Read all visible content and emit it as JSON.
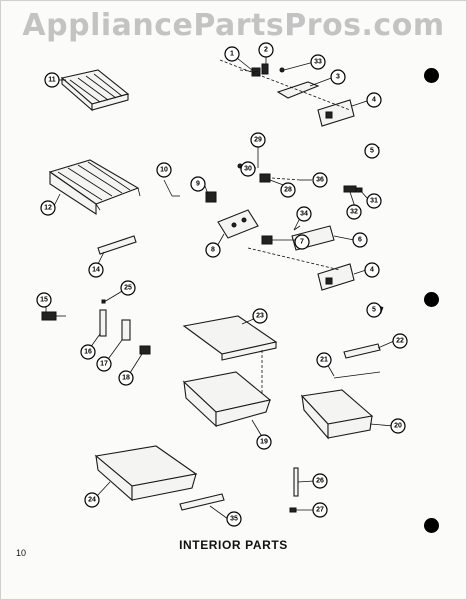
{
  "watermark": "AppliancePartsPros.com",
  "caption": "INTERIOR PARTS",
  "page_number": "10",
  "callouts": [
    {
      "id": "c1",
      "label": "1"
    },
    {
      "id": "c2",
      "label": "2"
    },
    {
      "id": "c33",
      "label": "33"
    },
    {
      "id": "c3",
      "label": "3"
    },
    {
      "id": "c4a",
      "label": "4"
    },
    {
      "id": "c5a",
      "label": "5"
    },
    {
      "id": "c11",
      "label": "11"
    },
    {
      "id": "c29",
      "label": "29"
    },
    {
      "id": "c30",
      "label": "30"
    },
    {
      "id": "c28",
      "label": "28"
    },
    {
      "id": "c36",
      "label": "36"
    },
    {
      "id": "c10",
      "label": "10"
    },
    {
      "id": "c9",
      "label": "9"
    },
    {
      "id": "c12",
      "label": "12"
    },
    {
      "id": "c32",
      "label": "32"
    },
    {
      "id": "c31",
      "label": "31"
    },
    {
      "id": "c34",
      "label": "34"
    },
    {
      "id": "c7",
      "label": "7"
    },
    {
      "id": "c6",
      "label": "6"
    },
    {
      "id": "c8",
      "label": "8"
    },
    {
      "id": "c14",
      "label": "14"
    },
    {
      "id": "c4b",
      "label": "4"
    },
    {
      "id": "c15",
      "label": "15"
    },
    {
      "id": "c25",
      "label": "25"
    },
    {
      "id": "c5b",
      "label": "5"
    },
    {
      "id": "c23",
      "label": "23"
    },
    {
      "id": "c22",
      "label": "22"
    },
    {
      "id": "c16",
      "label": "16"
    },
    {
      "id": "c17",
      "label": "17"
    },
    {
      "id": "c18",
      "label": "18"
    },
    {
      "id": "c21",
      "label": "21"
    },
    {
      "id": "c19",
      "label": "19"
    },
    {
      "id": "c20",
      "label": "20"
    },
    {
      "id": "c26",
      "label": "26"
    },
    {
      "id": "c24",
      "label": "24"
    },
    {
      "id": "c27",
      "label": "27"
    },
    {
      "id": "c35",
      "label": "35"
    }
  ]
}
